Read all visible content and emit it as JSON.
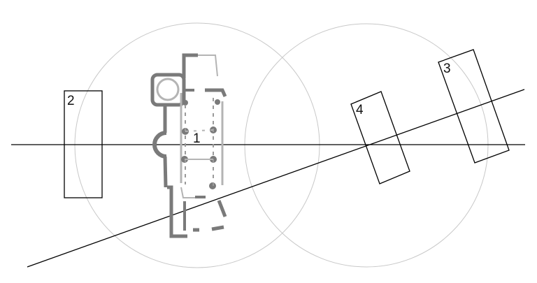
{
  "labels": {
    "church": "1",
    "rect_left": "2",
    "rect_far_right": "3",
    "rect_mid_right": "4"
  },
  "colors": {
    "background": "#ffffff",
    "line": "#000000",
    "circle": "#c8c8c8",
    "plan_wall": "#7a7a7a",
    "plan_light": "#b4b4b4"
  }
}
